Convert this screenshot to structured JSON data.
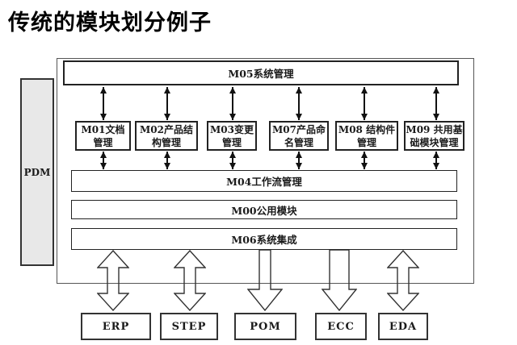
{
  "title": "传统的模块划分例子",
  "colors": {
    "line": "#333333",
    "pdm_fill": "#e8e8e8",
    "background": "#ffffff",
    "text": "#1a1a1a"
  },
  "diagram": {
    "pdm_label": "PDM",
    "top_bar": "M05系统管理",
    "modules": [
      {
        "id": "M01",
        "label": "M01文档管理",
        "line1": "M01文档",
        "line2": "管理"
      },
      {
        "id": "M02",
        "label": "M02产品结构管理",
        "line1": "M02产品结",
        "line2": "构管理"
      },
      {
        "id": "M03",
        "label": "M03变更管理",
        "line1": "M03变更",
        "line2": "管理"
      },
      {
        "id": "M07",
        "label": "M07产品命名管理",
        "line1": "M07产品命",
        "line2": "名管理"
      },
      {
        "id": "M08",
        "label": "M08 结构件管理",
        "line1": "M08 结构件",
        "line2": "管理"
      },
      {
        "id": "M09",
        "label": "M09 共用基础模块管理",
        "line1": "M09 共用基",
        "line2": "础模块管理"
      }
    ],
    "workflow_bar": "M04工作流管理",
    "common_bar": "M00公用模块",
    "integration_bar": "M06系统集成",
    "external_systems": [
      {
        "label": "ERP",
        "arrow": "bidirectional"
      },
      {
        "label": "STEP",
        "arrow": "bidirectional"
      },
      {
        "label": "POM",
        "arrow": "down"
      },
      {
        "label": "ECC",
        "arrow": "down"
      },
      {
        "label": "EDA",
        "arrow": "bidirectional"
      }
    ]
  }
}
